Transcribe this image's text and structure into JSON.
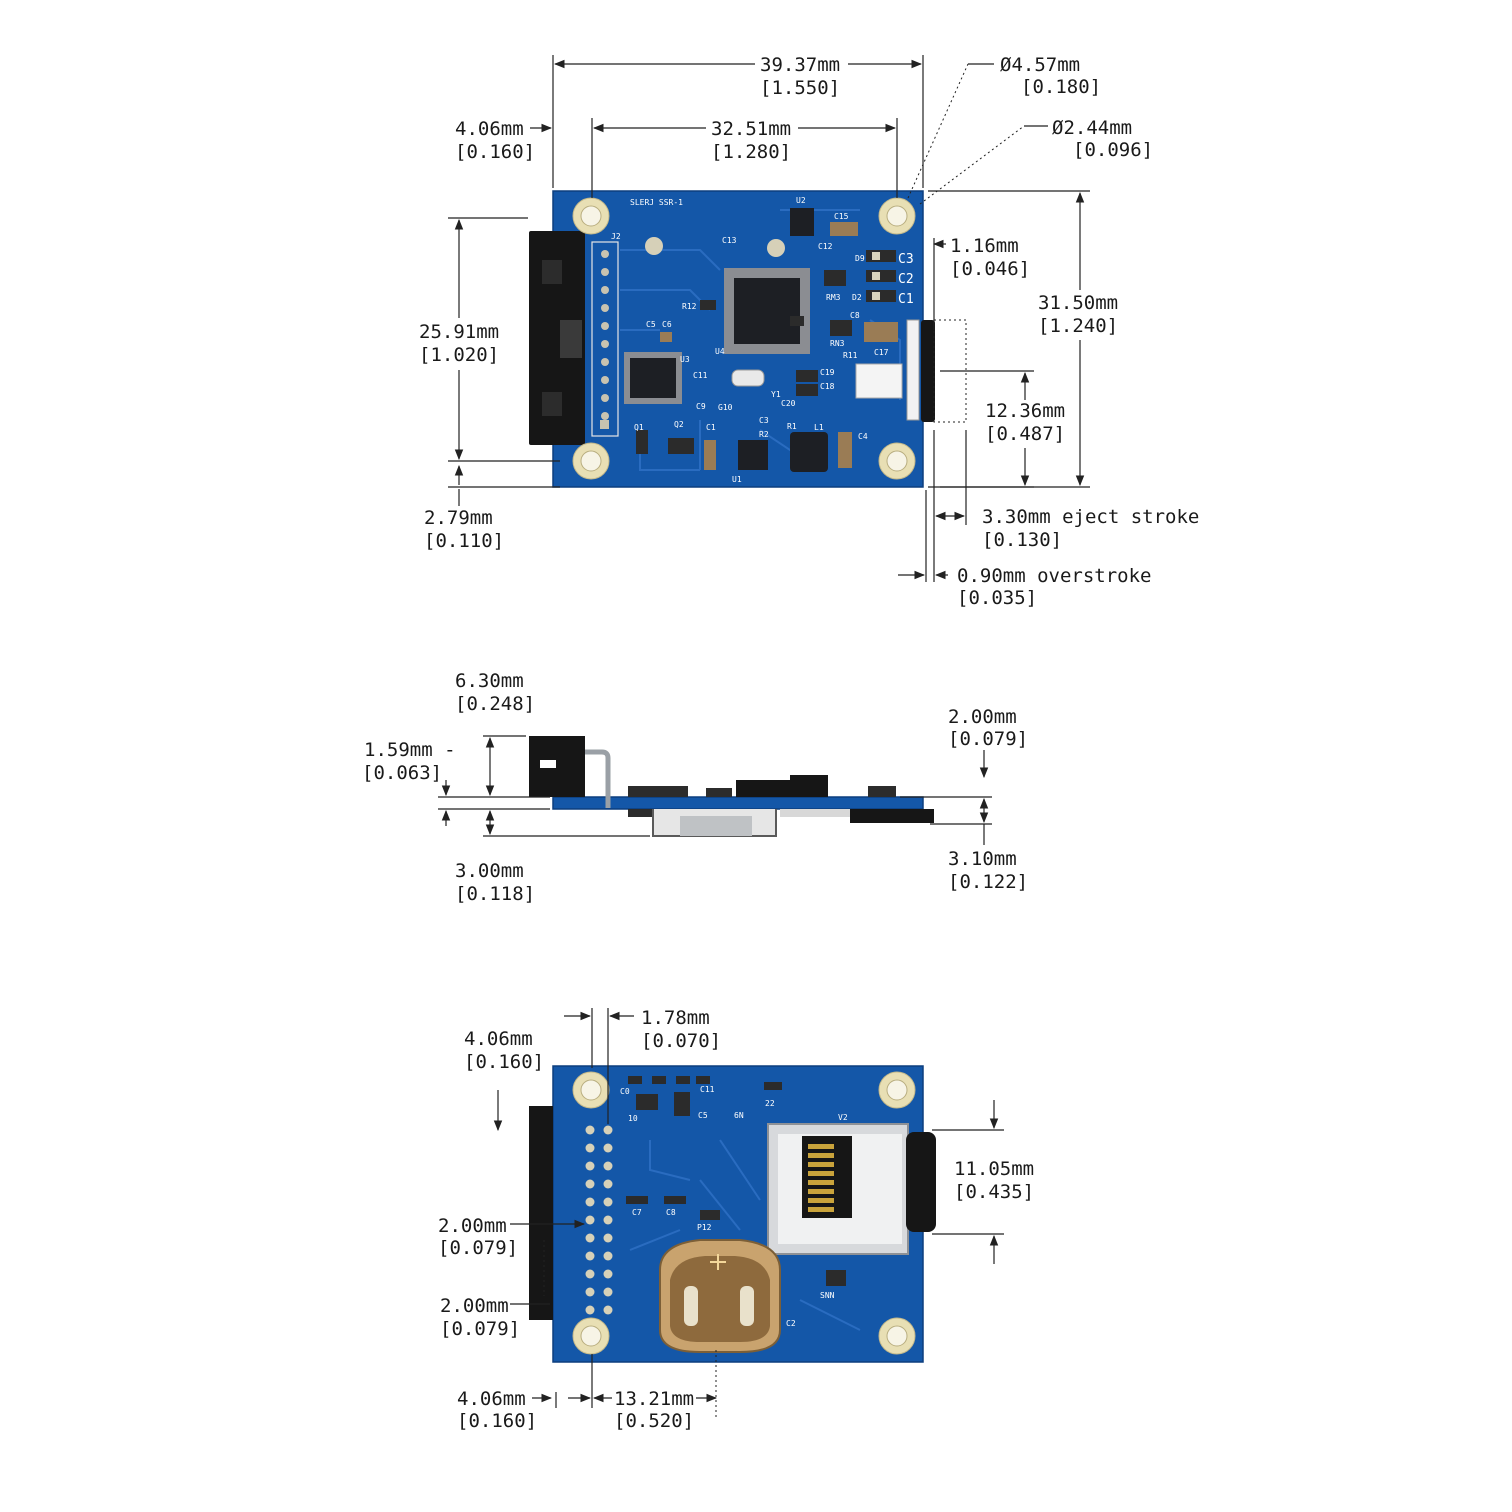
{
  "top_view": {
    "board_silkscreen": {
      "title": "SLERJ  SSR-1",
      "labels": [
        "U2",
        "C15",
        "C13",
        "C12",
        "D9",
        "J2",
        "C3",
        "C2",
        "C1",
        "RM3",
        "D2",
        "R12",
        "C5",
        "C6",
        "C8",
        "RN3",
        "R11",
        "C17",
        "U3",
        "U4",
        "C11",
        "C19",
        "C18",
        "Y1",
        "C20",
        "C9",
        "G10",
        "C3",
        "R2",
        "R1",
        "L1",
        "C4",
        "Q1",
        "Q2",
        "C1",
        "U1"
      ]
    },
    "dims": {
      "overall_width": {
        "mm": "39.37mm",
        "in": "[1.550]"
      },
      "hole_spacing_x": {
        "mm": "32.51mm",
        "in": "[1.280]"
      },
      "hole_offset_x": {
        "mm": "4.06mm",
        "in": "[0.160]"
      },
      "outer_hole": {
        "mm": "Ø4.57mm",
        "in": "[0.180]"
      },
      "inner_hole": {
        "mm": "Ø2.44mm",
        "in": "[0.096]"
      },
      "connector_height": {
        "mm": "25.91mm",
        "in": "[1.020]"
      },
      "connector_offset": {
        "mm": "2.79mm",
        "in": "[0.110]"
      },
      "card_protrusion": {
        "mm": "1.16mm",
        "in": "[0.046]"
      },
      "overall_height": {
        "mm": "31.50mm",
        "in": "[1.240]"
      },
      "card_center": {
        "mm": "12.36mm",
        "in": "[0.487]"
      },
      "eject_stroke": {
        "mm": "3.30mm eject stroke",
        "in": "[0.130]"
      },
      "overstroke": {
        "mm": "0.90mm overstroke",
        "in": "[0.035]"
      }
    }
  },
  "side_view": {
    "dims": {
      "connector_height": {
        "mm": "6.30mm",
        "in": "[0.248]"
      },
      "board_thickness": {
        "mm": "1.59mm -",
        "in": "[0.063]"
      },
      "bottom_height": {
        "mm": "3.00mm",
        "in": "[0.118]"
      },
      "top_component_height": {
        "mm": "2.00mm",
        "in": "[0.079]"
      },
      "bottom_component_height": {
        "mm": "3.10mm",
        "in": "[0.122]"
      }
    }
  },
  "bottom_view": {
    "board_silkscreen": {
      "labels": [
        "C0",
        "C11",
        "C5",
        "10",
        "6N",
        "22",
        "V2",
        "C7",
        "C8",
        "P12",
        "SNN",
        "C2"
      ]
    },
    "dims": {
      "pin1_offset": {
        "mm": "1.78mm",
        "in": "[0.070]"
      },
      "hole_offset_top": {
        "mm": "4.06mm",
        "in": "[0.160]"
      },
      "pin_pitch_a": {
        "mm": "2.00mm",
        "in": "[0.079]"
      },
      "pin_pitch_b": {
        "mm": "2.00mm",
        "in": "[0.079]"
      },
      "hole_offset_bottom": {
        "mm": "4.06mm",
        "in": "[0.160]"
      },
      "battery_center": {
        "mm": "13.21mm",
        "in": "[0.520]"
      },
      "card_slot_width": {
        "mm": "11.05mm",
        "in": "[0.435]"
      }
    }
  }
}
